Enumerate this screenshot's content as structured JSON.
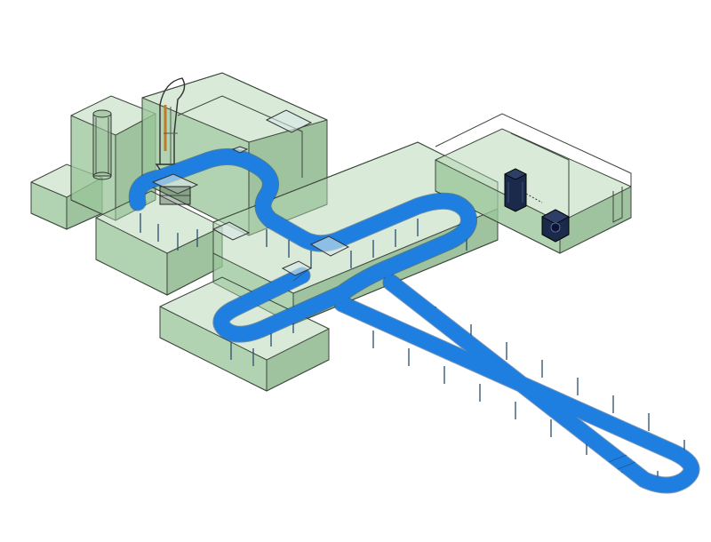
{
  "scene": {
    "background": "#ffffff",
    "colors": {
      "building": "#8fbf8f",
      "conveyor": "#1e7fe0",
      "conveyor_edge": "#0b3f7a",
      "machine": "#1b2a4a",
      "outline": "#3c463c"
    },
    "elements": [
      "building-shell",
      "conveyor-loop",
      "conveyor-long-spur",
      "robot-arm",
      "silo-tank",
      "ceiling-hatch",
      "transfer-table",
      "control-cabinet",
      "wrapping-machine"
    ]
  }
}
